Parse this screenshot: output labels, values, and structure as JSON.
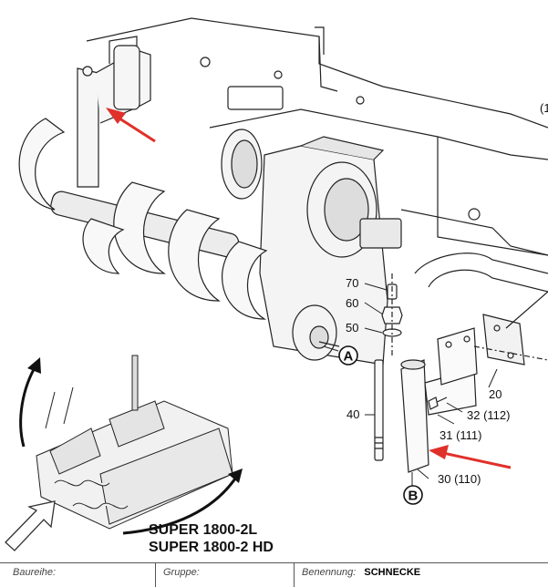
{
  "parts": {
    "p70": "70",
    "p60": "60",
    "p50": "50",
    "p40": "40",
    "p20": "20",
    "p32": "32 (112)",
    "p31": "31 (111)",
    "p30": "30 (110)"
  },
  "callouts": {
    "a": "A",
    "b": "B"
  },
  "edge_mark": "(1",
  "models": [
    "SUPER 1800-2L",
    "SUPER 1800-2 HD"
  ],
  "footer": {
    "baureihe_label": "Baureihe:",
    "baureihe_value": "",
    "gruppe_label": "Gruppe:",
    "gruppe_value": "",
    "benennung_label": "Benennung:",
    "benennung_value": "SCHNECKE"
  },
  "colors": {
    "arrow_red": "#e0302a",
    "line": "#222222"
  }
}
